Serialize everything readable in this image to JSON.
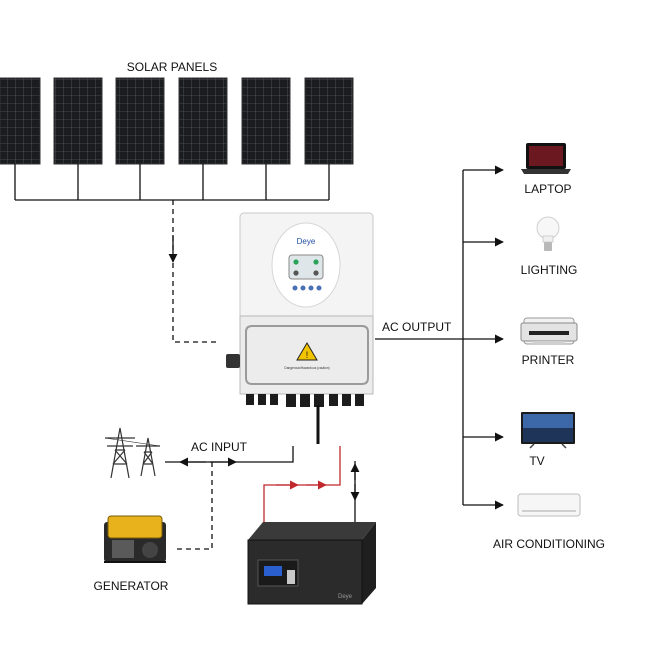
{
  "labels": {
    "solar_panels": "SOLAR PANELS",
    "ac_output": "AC OUTPUT",
    "ac_input": "AC INPUT",
    "generator": "GENERATOR",
    "inverter_brand": "Deye",
    "battery_brand": "Deye",
    "warning_text": "Dangerous/Hazardous (caution)"
  },
  "loads": [
    {
      "name": "LAPTOP",
      "icon": "laptop-icon"
    },
    {
      "name": "LIGHTING",
      "icon": "light-bulb-icon"
    },
    {
      "name": "PRINTER",
      "icon": "printer-icon"
    },
    {
      "name": "TV",
      "icon": "tv-icon"
    },
    {
      "name": "AIR CONDITIONING",
      "icon": "air-conditioner-icon"
    }
  ],
  "colors": {
    "line": "#111111",
    "battery_link": "#c0282d",
    "panel": "#1a1c20",
    "inverter": "#f4f4f4"
  }
}
